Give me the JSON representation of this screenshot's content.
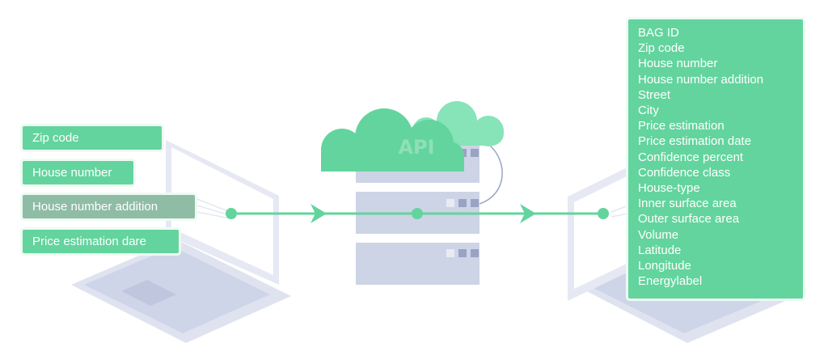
{
  "request_fields": [
    {
      "label": "Zip code"
    },
    {
      "label": "House number"
    },
    {
      "label": "House number addition"
    },
    {
      "label": "Price estimation dare"
    }
  ],
  "api": {
    "label": "API"
  },
  "response_fields": [
    "BAG ID",
    "Zip code",
    "House number",
    "House number addition",
    "Street",
    "City",
    "Price estimation",
    "Price estimation date",
    "Confidence percent",
    "Confidence class",
    "House-type",
    "Inner surface area",
    "Outer surface area",
    "Volume",
    "Latitude",
    "Longitude",
    "Energylabel"
  ],
  "colors": {
    "accent": "#63d49d",
    "flow_line": "#63d49d",
    "server": "#cdd4e6",
    "laptop": "#d8dced",
    "cloud_front": "#63d49d",
    "cloud_back": "#86e4b8"
  },
  "icons": [
    "laptop-icon",
    "server-icon",
    "cloud-icon",
    "arrow-icon"
  ]
}
